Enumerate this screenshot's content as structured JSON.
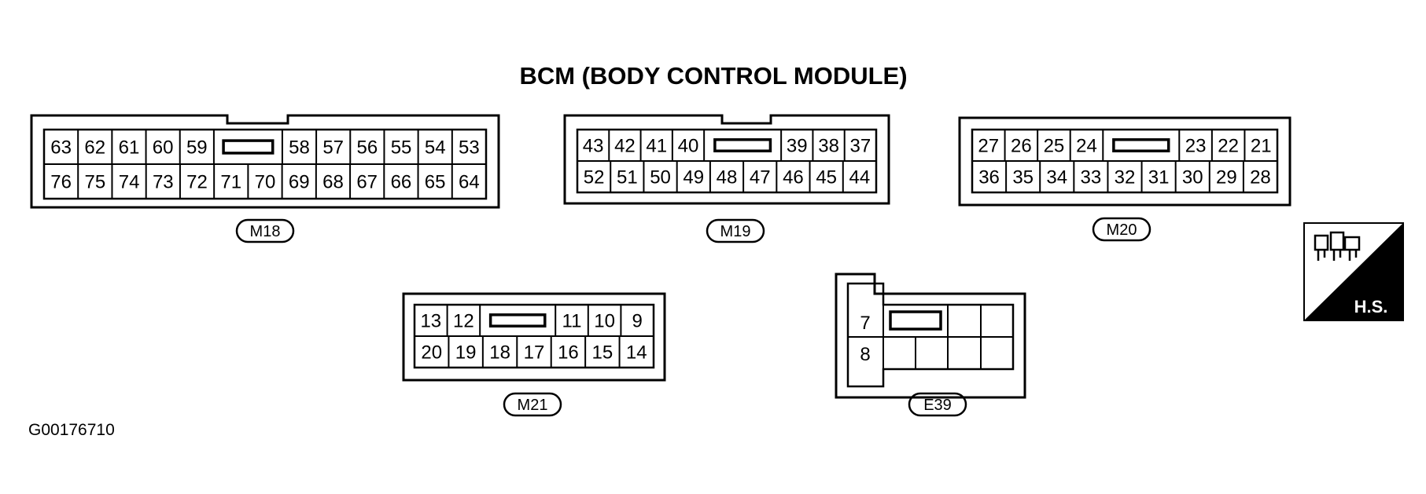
{
  "title": "BCM (BODY CONTROL MODULE)",
  "figure_code": "G00176710",
  "harness_symbol": {
    "label": "H.S.",
    "icon": "connector-harness-icon"
  },
  "connectors": [
    {
      "id": "M18",
      "label": "M18",
      "rows": [
        [
          "63",
          "62",
          "61",
          "60",
          "59",
          "",
          "58",
          "57",
          "56",
          "55",
          "54",
          "53"
        ],
        [
          "76",
          "75",
          "74",
          "73",
          "72",
          "71",
          "70",
          "69",
          "68",
          "67",
          "66",
          "65",
          "64"
        ]
      ]
    },
    {
      "id": "M19",
      "label": "M19",
      "rows": [
        [
          "43",
          "42",
          "41",
          "40",
          "",
          "39",
          "38",
          "37"
        ],
        [
          "52",
          "51",
          "50",
          "49",
          "48",
          "47",
          "46",
          "45",
          "44"
        ]
      ]
    },
    {
      "id": "M20",
      "label": "M20",
      "rows": [
        [
          "27",
          "26",
          "25",
          "24",
          "",
          "23",
          "22",
          "21"
        ],
        [
          "36",
          "35",
          "34",
          "33",
          "32",
          "31",
          "30",
          "29",
          "28"
        ]
      ]
    },
    {
      "id": "M21",
      "label": "M21",
      "rows": [
        [
          "13",
          "12",
          "",
          "11",
          "10",
          "9"
        ],
        [
          "20",
          "19",
          "18",
          "17",
          "16",
          "15",
          "14"
        ]
      ]
    },
    {
      "id": "E39",
      "label": "E39",
      "rows": [
        [
          "7",
          "",
          "",
          ""
        ],
        [
          "8",
          "",
          "",
          "",
          ""
        ]
      ]
    }
  ]
}
